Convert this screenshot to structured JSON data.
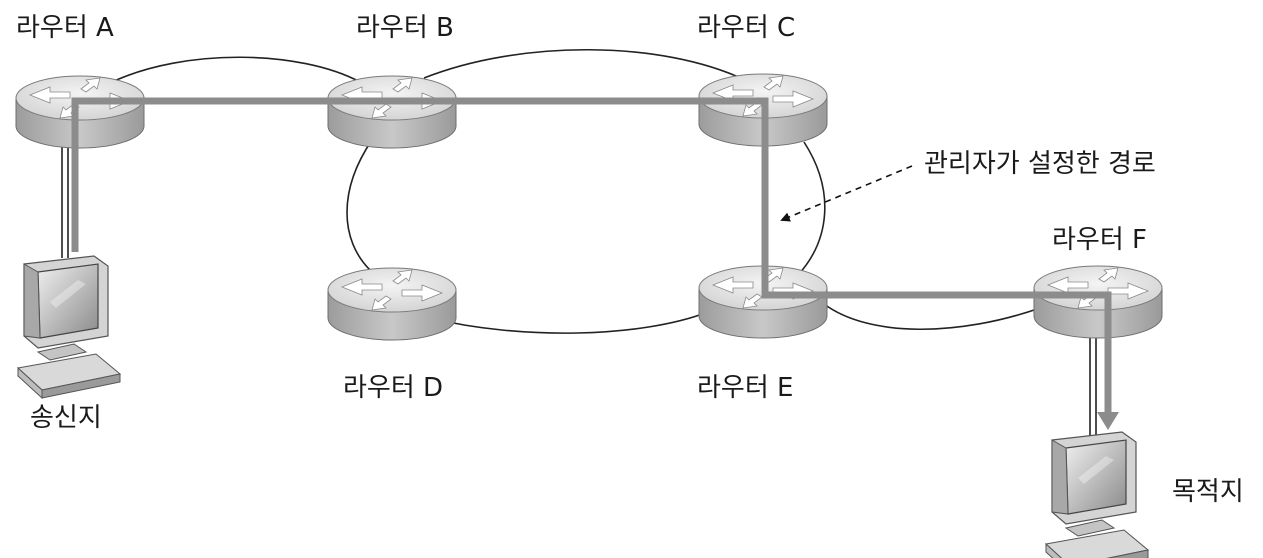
{
  "routers": [
    {
      "id": "A",
      "label": "라우터 A"
    },
    {
      "id": "B",
      "label": "라우터 B"
    },
    {
      "id": "C",
      "label": "라우터 C"
    },
    {
      "id": "D",
      "label": "라우터 D"
    },
    {
      "id": "E",
      "label": "라우터 E"
    },
    {
      "id": "F",
      "label": "라우터 F"
    }
  ],
  "computers": {
    "source": {
      "label": "송신지"
    },
    "destination": {
      "label": "목적지"
    }
  },
  "annotation": {
    "text": "관리자가 설정한 경로"
  },
  "links": [
    [
      "A",
      "B"
    ],
    [
      "B",
      "C"
    ],
    [
      "B",
      "D"
    ],
    [
      "C",
      "E"
    ],
    [
      "D",
      "E"
    ],
    [
      "E",
      "F"
    ],
    [
      "source",
      "A"
    ],
    [
      "F",
      "destination"
    ]
  ],
  "route": [
    "source",
    "A",
    "B",
    "C",
    "E",
    "F",
    "destination"
  ],
  "colors": {
    "route": "#8c8c8c",
    "link": "#222222",
    "router_top": "#ebebeb",
    "router_side": "#b4b4b4",
    "arrow_glyph": "#ffffff"
  }
}
